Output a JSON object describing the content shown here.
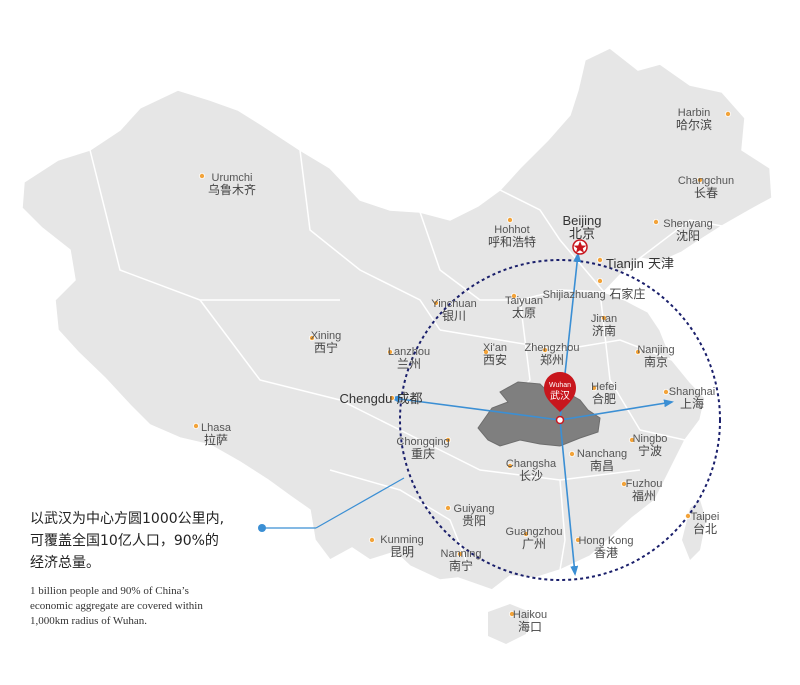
{
  "cities": [
    {
      "id": "harbin",
      "en": "Harbin",
      "zh": "哈尔滨"
    },
    {
      "id": "changchun",
      "en": "Changchun",
      "zh": "长春"
    },
    {
      "id": "shenyang",
      "en": "Shenyang",
      "zh": "沈阳"
    },
    {
      "id": "beijing",
      "en": "Beijing",
      "zh": "北京"
    },
    {
      "id": "tianjin",
      "en": "Tianjin",
      "zh": "天津"
    },
    {
      "id": "urumchi",
      "en": "Urumchi",
      "zh": "乌鲁木齐"
    },
    {
      "id": "hohhot",
      "en": "Hohhot",
      "zh": "呼和浩特"
    },
    {
      "id": "shijiazhuang",
      "en": "Shijiazhuang",
      "zh": "石家庄"
    },
    {
      "id": "yinchuan",
      "en": "Yinchuan",
      "zh": "银川"
    },
    {
      "id": "taiyuan",
      "en": "Taiyuan",
      "zh": "太原"
    },
    {
      "id": "jinan",
      "en": "Jinan",
      "zh": "济南"
    },
    {
      "id": "xining",
      "en": "Xining",
      "zh": "西宁"
    },
    {
      "id": "lanzhou",
      "en": "Lanzhou",
      "zh": "兰州"
    },
    {
      "id": "xian",
      "en": "Xi'an",
      "zh": "西安"
    },
    {
      "id": "zhengzhou",
      "en": "Zhengzhou",
      "zh": "郑州"
    },
    {
      "id": "nanjing",
      "en": "Nanjing",
      "zh": "南京"
    },
    {
      "id": "hefei",
      "en": "Hefei",
      "zh": "合肥"
    },
    {
      "id": "shanghai",
      "en": "Shanghai",
      "zh": "上海"
    },
    {
      "id": "chengdu",
      "en": "Chengdu",
      "zh": "成都"
    },
    {
      "id": "lhasa",
      "en": "Lhasa",
      "zh": "拉萨"
    },
    {
      "id": "chongqing",
      "en": "Chongqing",
      "zh": "重庆"
    },
    {
      "id": "changsha",
      "en": "Changsha",
      "zh": "长沙"
    },
    {
      "id": "nanchang",
      "en": "Nanchang",
      "zh": "南昌"
    },
    {
      "id": "ningbo",
      "en": "Ningbo",
      "zh": "宁波"
    },
    {
      "id": "fuzhou",
      "en": "Fuzhou",
      "zh": "福州"
    },
    {
      "id": "taipei",
      "en": "Taipei",
      "zh": "台北"
    },
    {
      "id": "guiyang",
      "en": "Guiyang",
      "zh": "贵阳"
    },
    {
      "id": "kunming",
      "en": "Kunming",
      "zh": "昆明"
    },
    {
      "id": "guangzhou",
      "en": "Guangzhou",
      "zh": "广州"
    },
    {
      "id": "hongkong",
      "en": "Hong Kong",
      "zh": "香港"
    },
    {
      "id": "nanning",
      "en": "Nanning",
      "zh": "南宁"
    },
    {
      "id": "haikou",
      "en": "Haikou",
      "zh": "海口"
    }
  ],
  "wuhan": {
    "pin_label_en": "Wuhan",
    "pin_label_zh": "武汉"
  },
  "note": {
    "zh_line1": "以武汉为中心方圆1000公里内,",
    "zh_line2": "可覆盖全国10亿人口，90%的",
    "zh_line3": "经济总量。",
    "en_line1": "1 billion people and 90% of China’s",
    "en_line2": "economic aggregate are covered within",
    "en_line3": "1,000km radius of Wuhan."
  },
  "colors": {
    "land": "#e6e6e6",
    "border": "#ffffff",
    "hubei": "#7f7f7f",
    "circle": "#1a1f6b",
    "arrow": "#3b8fd4",
    "pin": "#c8161d",
    "dot": "#f2a33a"
  }
}
